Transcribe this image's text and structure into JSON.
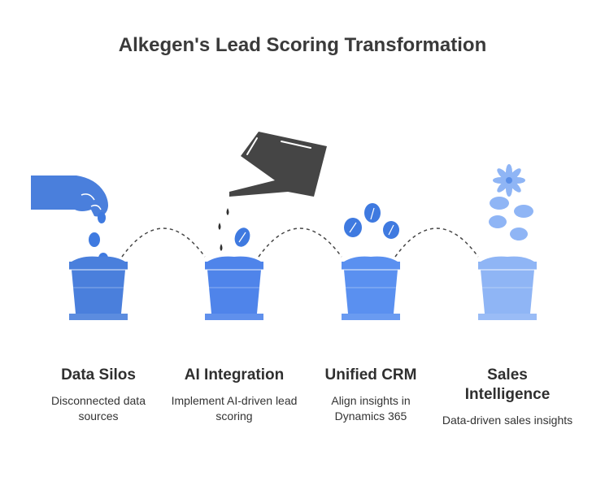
{
  "title": "Alkegen's Lead Scoring Transformation",
  "colors": {
    "pot_1": "#4a7fdc",
    "pot_2": "#4f84ea",
    "pot_3": "#5a90f0",
    "pot_4": "#8fb5f5",
    "leaf": "#3f7ae0",
    "can": "#454545"
  },
  "stages": [
    {
      "title": "Data Silos",
      "description": "Disconnected data sources"
    },
    {
      "title": "AI Integration",
      "description": "Implement AI-driven lead scoring"
    },
    {
      "title": "Unified CRM",
      "description": "Align insights in Dynamics 365"
    },
    {
      "title": "Sales Intelligence",
      "description": "Data-driven sales insights"
    }
  ]
}
